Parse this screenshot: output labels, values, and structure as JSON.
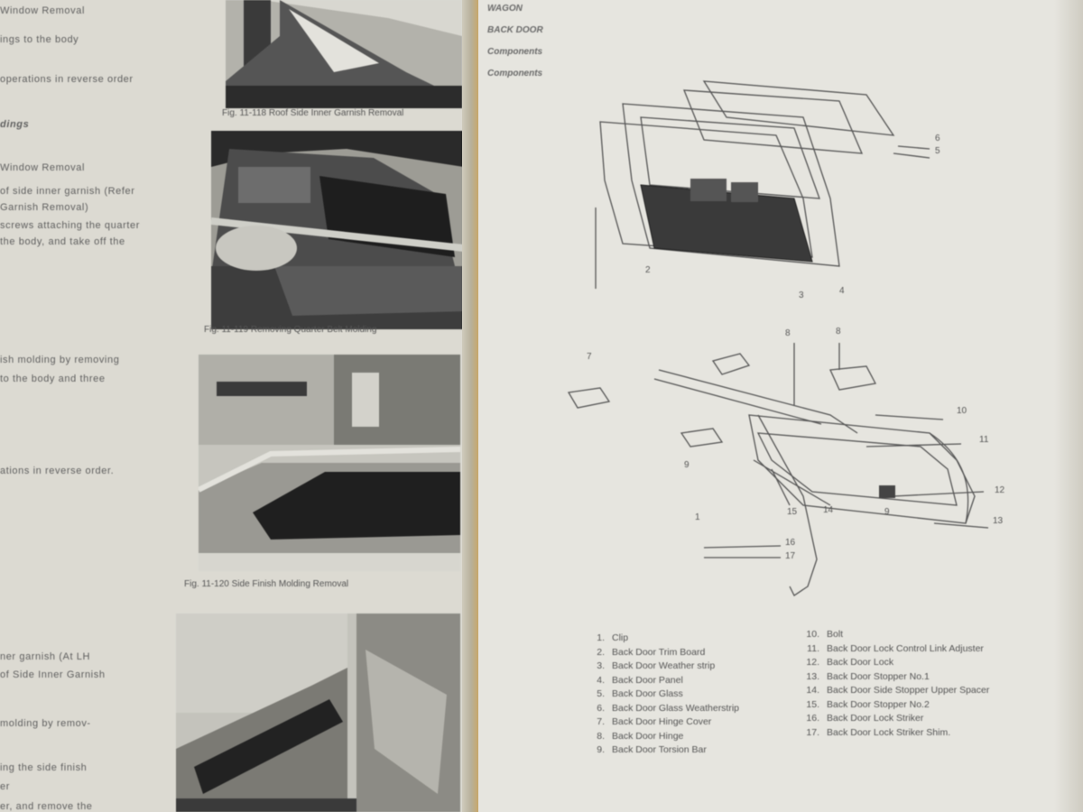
{
  "left_page": {
    "text_lines": [
      "Window Removal",
      "ings to the body",
      "operations in reverse order",
      "dings",
      "Window Removal",
      "of side inner garnish (Refer",
      "Garnish Removal)",
      "screws attaching the quarter",
      "the body, and take off the",
      "ish molding by removing",
      "to the body and three",
      "ations in reverse order.",
      "ner garnish (At LH",
      "of Side Inner Garnish",
      "molding by remov-",
      "ing the side finish",
      "er",
      "er, and remove the"
    ],
    "captions": [
      "Fig. 11-118 Roof Side Inner Garnish Removal",
      "Fig. 11-119 Removing Quarter Belt Molding",
      "Fig. 11-120 Side Finish Molding Removal"
    ]
  },
  "right_page": {
    "header": [
      "WAGON",
      "BACK DOOR",
      "Components"
    ],
    "callouts": [
      "1",
      "2",
      "3",
      "4",
      "5",
      "6",
      "7",
      "8",
      "9",
      "10",
      "11",
      "12",
      "13",
      "14",
      "15",
      "16",
      "17"
    ],
    "parts": [
      {
        "num": "1.",
        "name": "Clip"
      },
      {
        "num": "2.",
        "name": "Back Door Trim Board"
      },
      {
        "num": "3.",
        "name": "Back Door Weather strip"
      },
      {
        "num": "4.",
        "name": "Back Door Panel"
      },
      {
        "num": "5.",
        "name": "Back Door Glass"
      },
      {
        "num": "6.",
        "name": "Back Door Glass Weatherstrip"
      },
      {
        "num": "7.",
        "name": "Back Door Hinge Cover"
      },
      {
        "num": "8.",
        "name": "Back Door Hinge"
      },
      {
        "num": "9.",
        "name": "Back Door Torsion Bar"
      },
      {
        "num": "10.",
        "name": "Bolt"
      },
      {
        "num": "11.",
        "name": "Back Door Lock Control Link Adjuster"
      },
      {
        "num": "12.",
        "name": "Back Door Lock"
      },
      {
        "num": "13.",
        "name": "Back Door Stopper No.1"
      },
      {
        "num": "14.",
        "name": "Back Door Side Stopper Upper Spacer"
      },
      {
        "num": "15.",
        "name": "Back Door Stopper No.2"
      },
      {
        "num": "16.",
        "name": "Back Door Lock Striker"
      },
      {
        "num": "17.",
        "name": "Back Door Lock Striker Shim."
      }
    ]
  }
}
